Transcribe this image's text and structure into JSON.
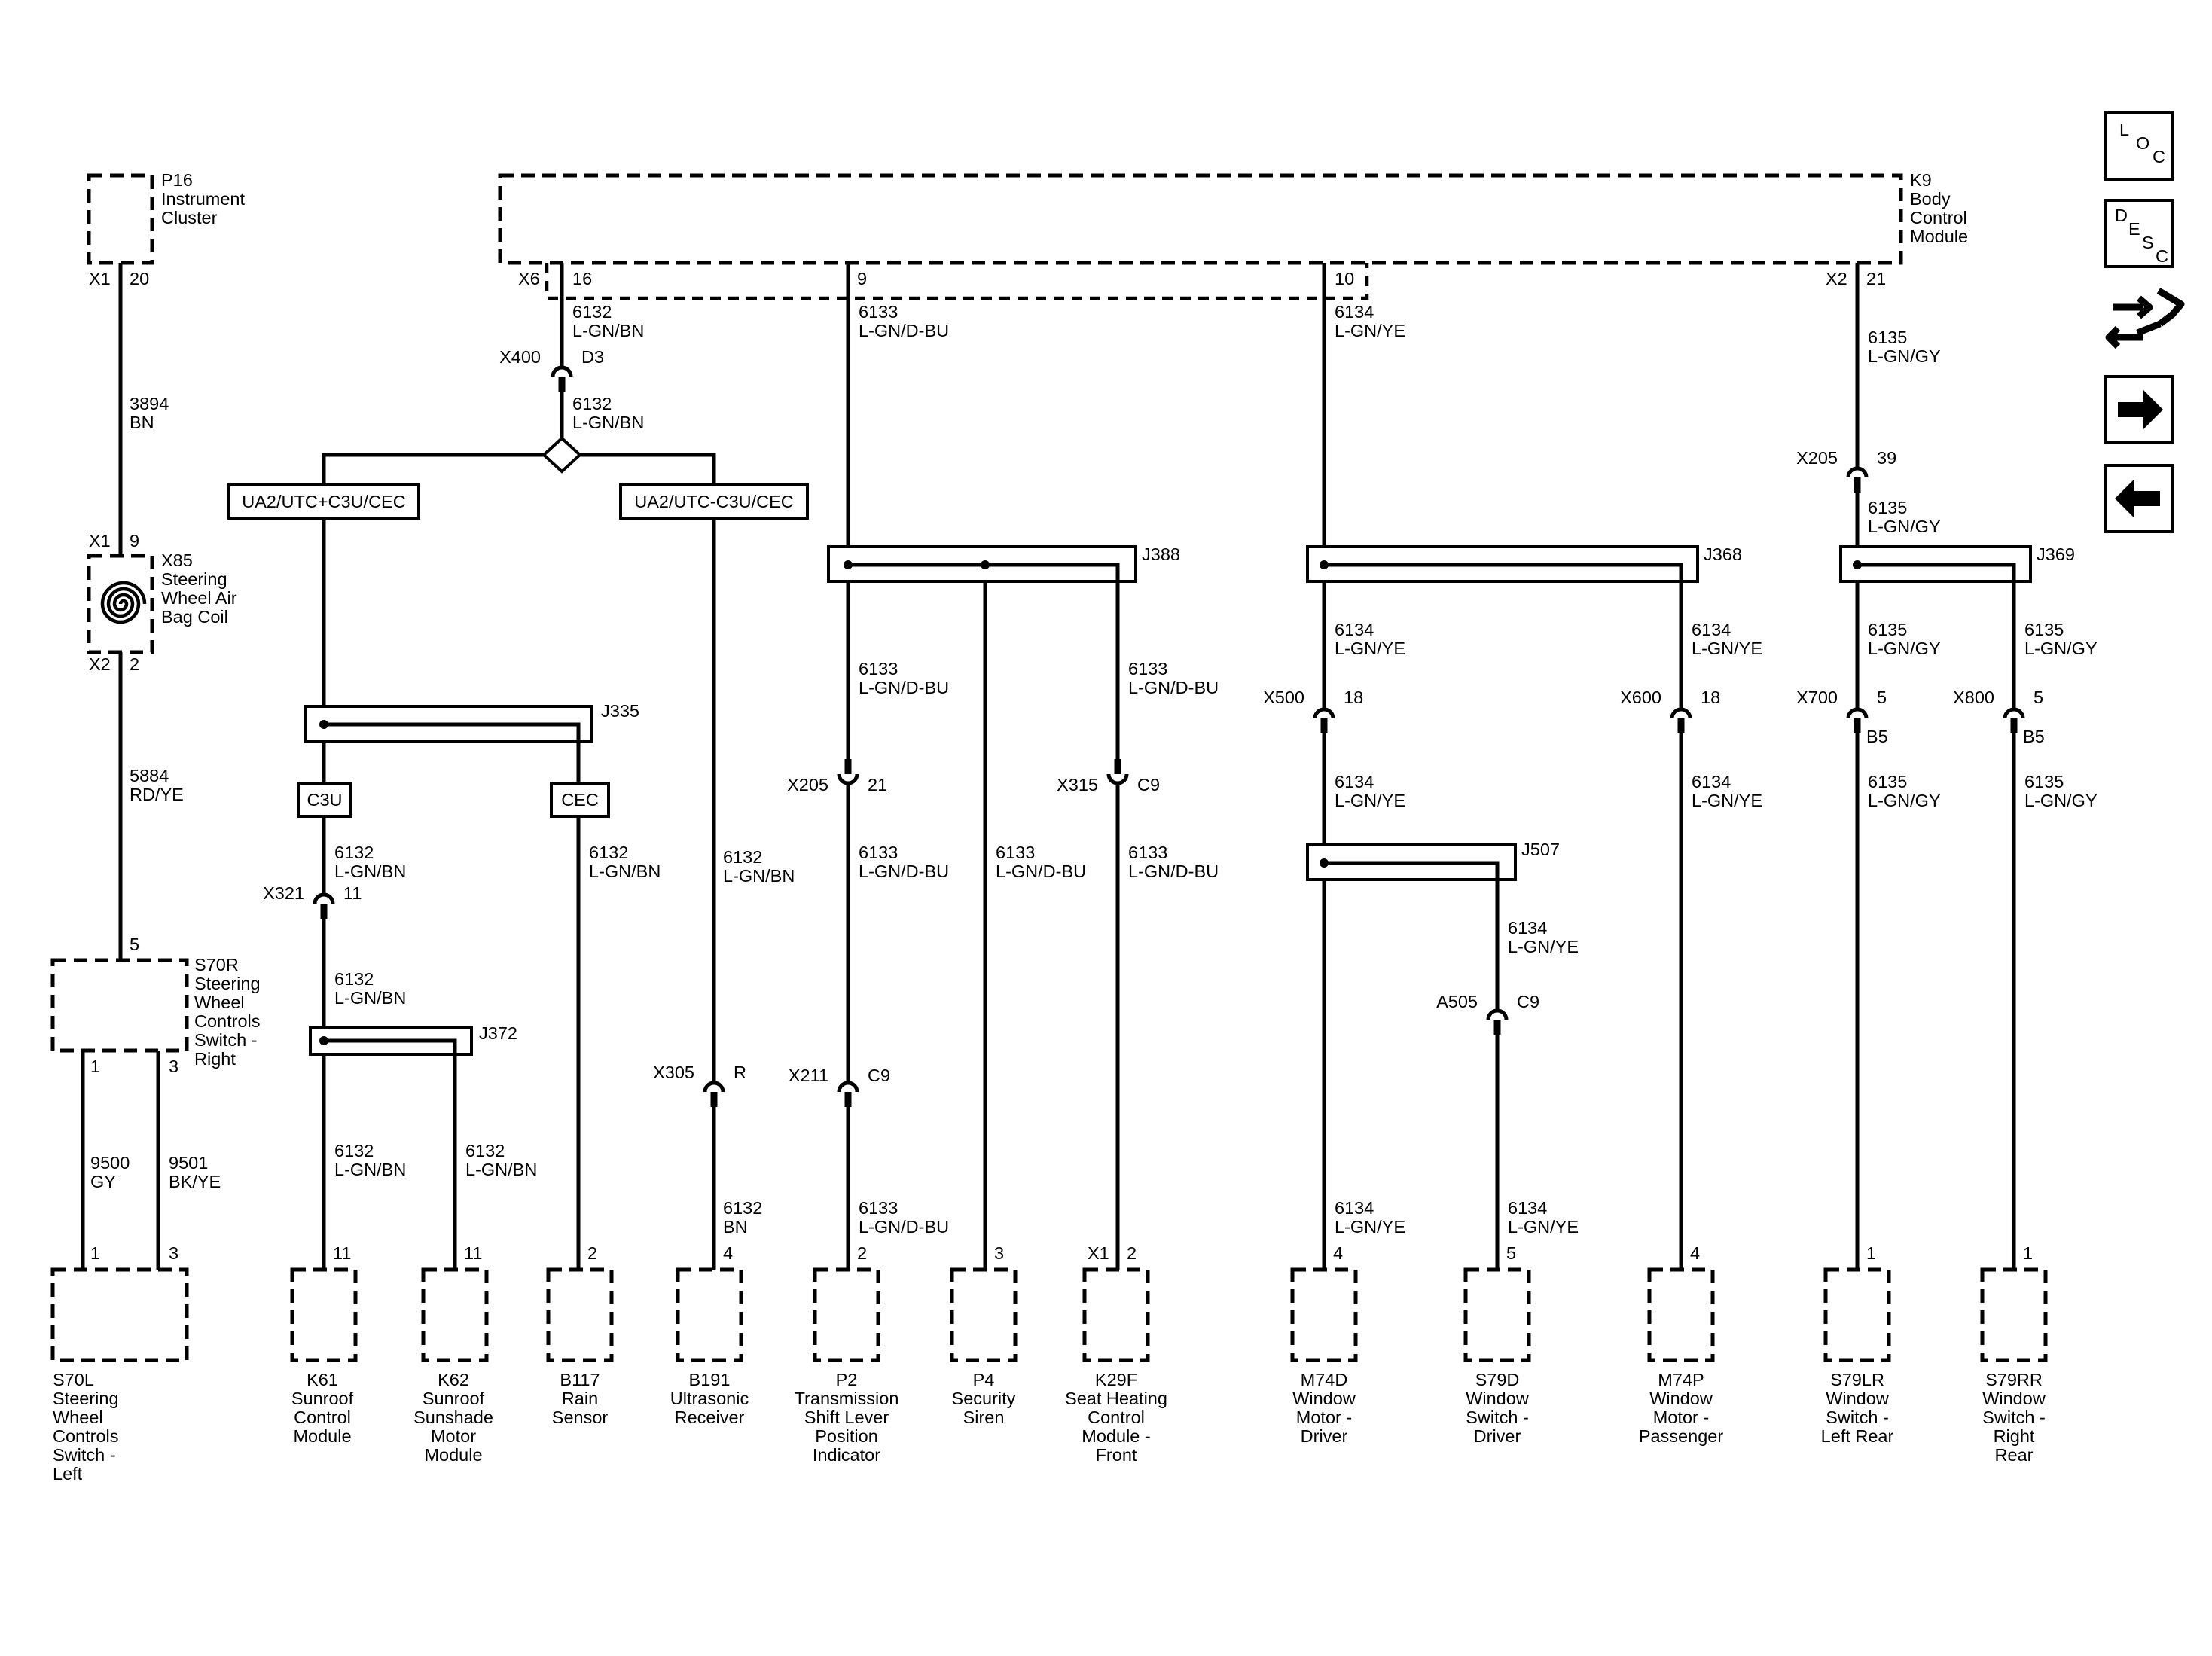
{
  "modules": {
    "p16": [
      "P16",
      "Instrument",
      "Cluster"
    ],
    "k9": [
      "K9",
      "Body",
      "Control",
      "Module"
    ],
    "x85": [
      "X85",
      "Steering",
      "Wheel Air",
      "Bag Coil"
    ],
    "s70r": [
      "S70R",
      "Steering",
      "Wheel",
      "Controls",
      "Switch -",
      "Right"
    ],
    "s70l": [
      "S70L",
      "Steering",
      "Wheel",
      "Controls",
      "Switch -",
      "Left"
    ],
    "k61": [
      "K61",
      "Sunroof",
      "Control",
      "Module"
    ],
    "k62": [
      "K62",
      "Sunroof",
      "Sunshade",
      "Motor",
      "Module"
    ],
    "b117": [
      "B117",
      "Rain",
      "Sensor"
    ],
    "b191": [
      "B191",
      "Ultrasonic",
      "Receiver"
    ],
    "p2": [
      "P2",
      "Transmission",
      "Shift Lever",
      "Position",
      "Indicator"
    ],
    "p4": [
      "P4",
      "Security",
      "Siren"
    ],
    "k29f": [
      "K29F",
      "Seat Heating",
      "Control",
      "Module -",
      "Front"
    ],
    "m74d": [
      "M74D",
      "Window",
      "Motor -",
      "Driver"
    ],
    "s79d": [
      "S79D",
      "Window",
      "Switch -",
      "Driver"
    ],
    "m74p": [
      "M74P",
      "Window",
      "Motor -",
      "Passenger"
    ],
    "s79lr": [
      "S79LR",
      "Window",
      "Switch -",
      "Left Rear"
    ],
    "s79rr": [
      "S79RR",
      "Window",
      "Switch -",
      "Right",
      "Rear"
    ]
  },
  "pins": {
    "p16_x1": "X1",
    "p16_20": "20",
    "x85_x1": "X1",
    "x85_9": "9",
    "x85_x2": "X2",
    "x85_2": "2",
    "s70r_5": "5",
    "s70r_1": "1",
    "s70r_3": "3",
    "s70l_1": "1",
    "s70l_3": "3",
    "k9_x6": "X6",
    "k9_16": "16",
    "k9_9": "9",
    "k9_10": "10",
    "k9_x2": "X2",
    "k9_21": "21",
    "k61_11": "11",
    "k62_11": "11",
    "b117_2": "2",
    "b191_4": "4",
    "p2_2": "2",
    "p4_3": "3",
    "k29f_x1": "X1",
    "k29f_2": "2",
    "m74d_4": "4",
    "s79d_5": "5",
    "m74p_4": "4",
    "s79lr_1": "1",
    "s79rr_1": "1"
  },
  "connectors": {
    "x400": [
      "X400",
      "D3"
    ],
    "x321": [
      "X321",
      "11"
    ],
    "x305": [
      "X305",
      "R"
    ],
    "x205a": [
      "X205",
      "21"
    ],
    "x211": [
      "X211",
      "C9"
    ],
    "x315": [
      "X315",
      "C9"
    ],
    "x205b": [
      "X205",
      "39"
    ],
    "x500": [
      "X500",
      "18"
    ],
    "x600": [
      "X600",
      "18"
    ],
    "a505": [
      "A505",
      "C9"
    ],
    "x700": [
      "X700",
      "5",
      "B5"
    ],
    "x800": [
      "X800",
      "5",
      "B5"
    ]
  },
  "wires": {
    "w3894": [
      "3894",
      "BN"
    ],
    "w5884": [
      "5884",
      "RD/YE"
    ],
    "w9500": [
      "9500",
      "GY"
    ],
    "w9501": [
      "9501",
      "BK/YE"
    ],
    "w6132a": [
      "6132",
      "L-GN/BN"
    ],
    "w6132b": [
      "6132",
      "L-GN/BN"
    ],
    "w6132c": [
      "6132",
      "L-GN/BN"
    ],
    "w6132d": [
      "6132",
      "L-GN/BN"
    ],
    "w6132e": [
      "6132",
      "L-GN/BN"
    ],
    "w6132f": [
      "6132",
      "L-GN/BN"
    ],
    "w6132g": [
      "6132",
      "L-GN/BN"
    ],
    "w6132h": [
      "6132",
      "L-GN/BN"
    ],
    "w6132i": [
      "6132",
      "BN"
    ],
    "w6133a": [
      "6133",
      "L-GN/D-BU"
    ],
    "w6133b": [
      "6133",
      "L-GN/D-BU"
    ],
    "w6133c": [
      "6133",
      "L-GN/D-BU"
    ],
    "w6133d": [
      "6133",
      "L-GN/D-BU"
    ],
    "w6133e": [
      "6133",
      "L-GN/D-BU"
    ],
    "w6133f": [
      "6133",
      "L-GN/D-BU"
    ],
    "w6133g": [
      "6133",
      "L-GN/D-BU"
    ],
    "w6134a": [
      "6134",
      "L-GN/YE"
    ],
    "w6134b": [
      "6134",
      "L-GN/YE"
    ],
    "w6134c": [
      "6134",
      "L-GN/YE"
    ],
    "w6134d": [
      "6134",
      "L-GN/YE"
    ],
    "w6134e": [
      "6134",
      "L-GN/YE"
    ],
    "w6134f": [
      "6134",
      "L-GN/YE"
    ],
    "w6134g": [
      "6134",
      "L-GN/YE"
    ],
    "w6134h": [
      "6134",
      "L-GN/YE"
    ],
    "w6135a": [
      "6135",
      "L-GN/GY"
    ],
    "w6135b": [
      "6135",
      "L-GN/GY"
    ],
    "w6135c": [
      "6135",
      "L-GN/GY"
    ],
    "w6135d": [
      "6135",
      "L-GN/GY"
    ],
    "w6135e": [
      "6135",
      "L-GN/GY"
    ],
    "w6135f": [
      "6135",
      "L-GN/GY"
    ]
  },
  "splices": {
    "j388": "J388",
    "j368": "J368",
    "j369": "J369",
    "j335": "J335",
    "j372": "J372",
    "j507": "J507"
  },
  "options": {
    "left": "UA2/UTC+C3U/CEC",
    "right": "UA2/UTC-C3U/CEC",
    "c3u": "C3U",
    "cec": "CEC"
  },
  "nav": {
    "loc": [
      "L",
      "O",
      "C"
    ],
    "desc": [
      "D",
      "E",
      "S",
      "C"
    ],
    "icons": [
      "connector-end-view-icon",
      "arrow-right-icon",
      "arrow-left-icon"
    ]
  }
}
